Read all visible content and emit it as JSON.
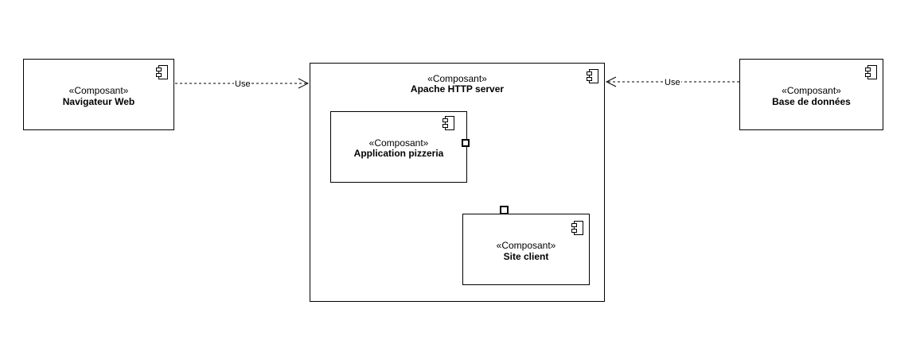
{
  "components": {
    "navigateur": {
      "stereotype": "«Composant»",
      "name": "Navigateur Web"
    },
    "apache": {
      "stereotype": "«Composant»",
      "name": "Apache HTTP server"
    },
    "pizzeria": {
      "stereotype": "«Composant»",
      "name": "Application pizzeria"
    },
    "site_client": {
      "stereotype": "«Composant»",
      "name": "Site client"
    },
    "base": {
      "stereotype": "«Composant»",
      "name": "Base de données"
    }
  },
  "edges": {
    "nav_to_apache": {
      "label": "Use"
    },
    "base_to_apache": {
      "label": "Use"
    }
  }
}
